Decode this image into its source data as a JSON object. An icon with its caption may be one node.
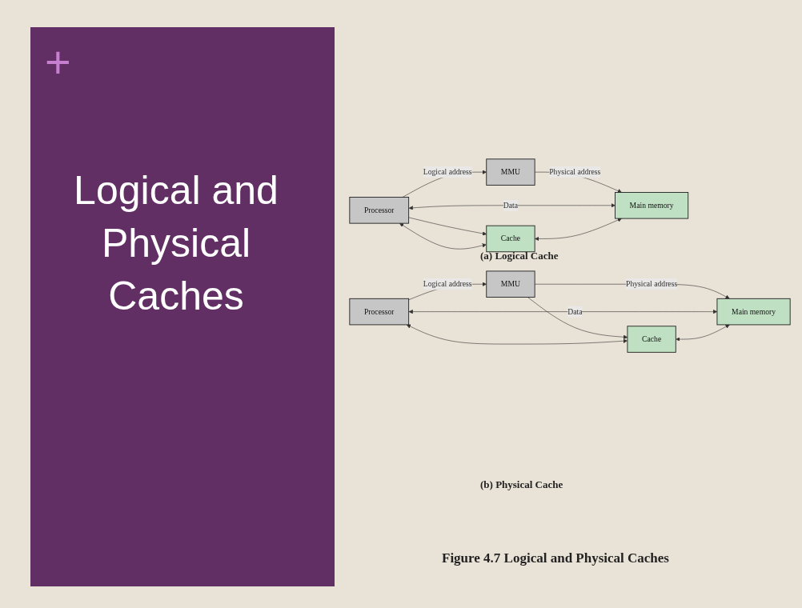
{
  "diagram": {
    "title": "Logical and Physical Caches",
    "caption": "Figure 4.7 Logical and Physical Caches",
    "nodes": [
      {
        "text": [
          "Processor"
        ]
      },
      {
        "text": [
          "MMU"
        ]
      },
      {
        "text": [
          "Cache"
        ]
      },
      {
        "text": [
          "Main memory"
        ]
      },
      {
        "text": [
          "Processor"
        ]
      },
      {
        "text": [
          "MMU"
        ]
      },
      {
        "text": [
          "Cache"
        ]
      },
      {
        "text": [
          "Main memory"
        ]
      }
    ],
    "edges": [
      {
        "from": 0,
        "to": 1,
        "arrow": "to",
        "label": "Logical address"
      },
      {
        "from": 0,
        "to": 2,
        "arrow": "to"
      },
      {
        "from": 1,
        "to": 3,
        "arrow": "to",
        "label": "Physical address"
      },
      {
        "from": 0,
        "to": 3,
        "arrow": "both",
        "label": "Data"
      },
      {
        "from": 2,
        "to": 0,
        "arrow": "both"
      },
      {
        "from": 2,
        "to": 3,
        "arrow": "both"
      },
      {
        "from": 4,
        "to": 5,
        "arrow": "to",
        "label": "Logical address"
      },
      {
        "from": 5,
        "to": 7,
        "arrow": "to",
        "label": "Physical address"
      },
      {
        "from": 5,
        "to": 6,
        "arrow": "to"
      },
      {
        "from": 4,
        "to": 7,
        "arrow": "both",
        "label": "Data"
      },
      {
        "from": 6,
        "to": 4,
        "arrow": "both"
      },
      {
        "from": 6,
        "to": 7,
        "arrow": "both"
      }
    ],
    "labels": [
      "+",
      "(a) Logical Cache",
      "(b) Physical Cache"
    ]
  }
}
